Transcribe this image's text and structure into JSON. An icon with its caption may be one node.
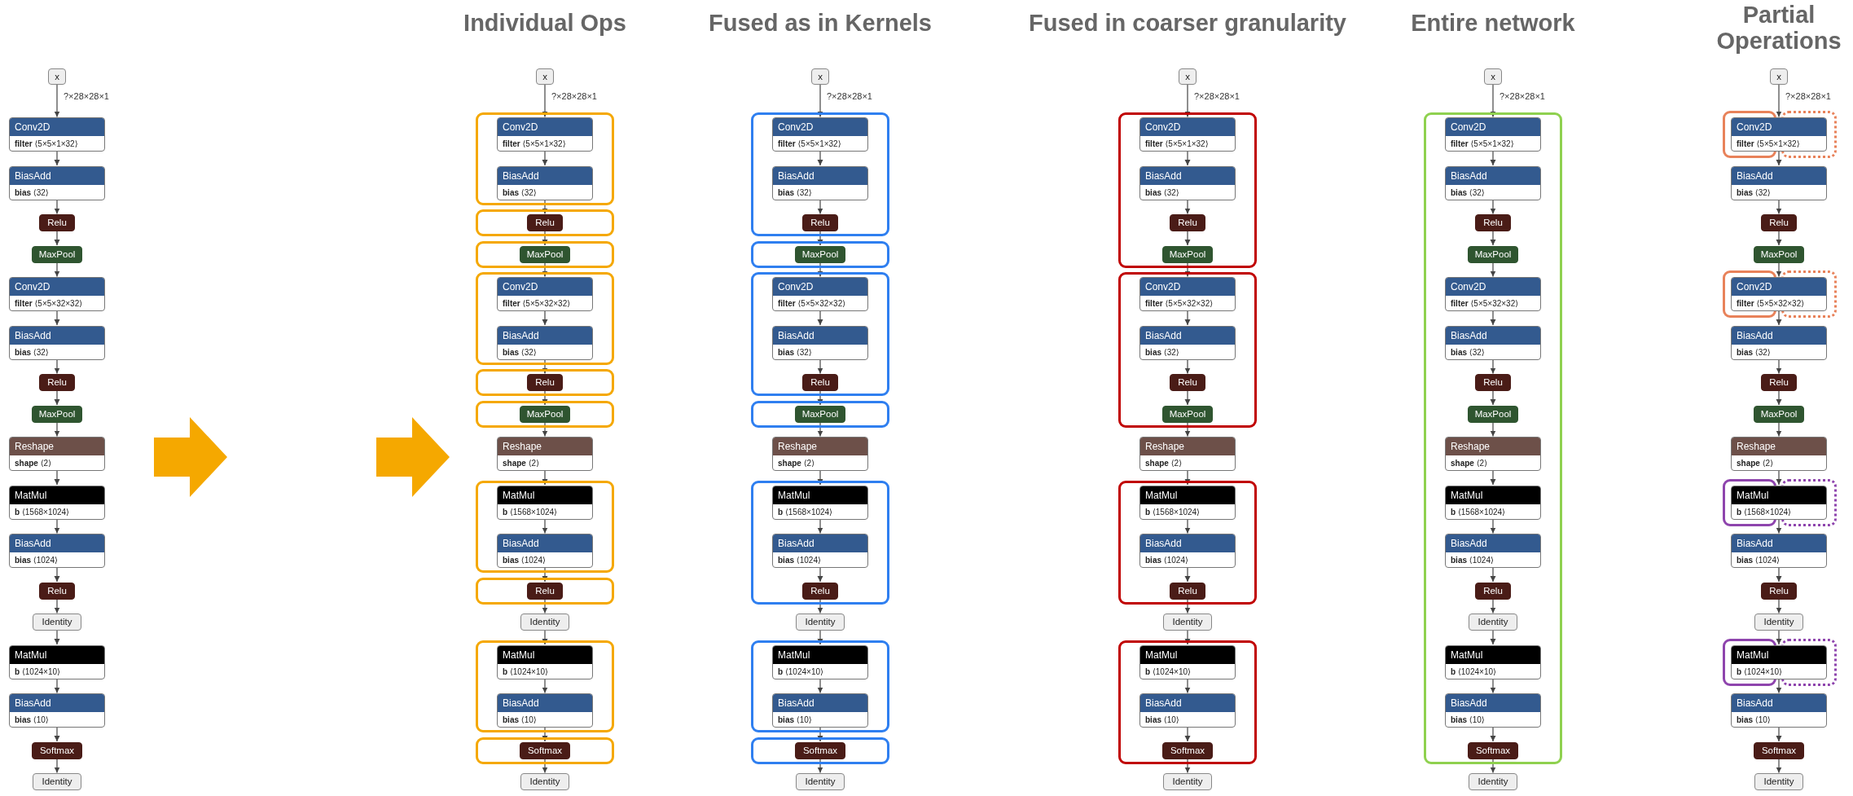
{
  "diagram": {
    "nodes": [
      {
        "text": [
          "x"
        ]
      },
      {
        "text": [
          "Conv2D",
          "**filter** ⟨5×5×1×32⟩"
        ]
      },
      {
        "text": [
          "BiasAdd",
          "**bias** ⟨32⟩"
        ]
      },
      {
        "text": [
          "Relu"
        ]
      },
      {
        "text": [
          "MaxPool"
        ]
      },
      {
        "text": [
          "Conv2D",
          "**filter** ⟨5×5×32×32⟩"
        ]
      },
      {
        "text": [
          "BiasAdd",
          "**bias** ⟨32⟩"
        ]
      },
      {
        "text": [
          "Relu"
        ]
      },
      {
        "text": [
          "MaxPool"
        ]
      },
      {
        "text": [
          "Reshape",
          "**shape** ⟨2⟩"
        ]
      },
      {
        "text": [
          "MatMul",
          "**b** ⟨1568×1024⟩"
        ]
      },
      {
        "text": [
          "BiasAdd",
          "**bias** ⟨1024⟩"
        ]
      },
      {
        "text": [
          "Relu"
        ]
      },
      {
        "text": [
          "Identity"
        ]
      },
      {
        "text": [
          "MatMul",
          "**b** ⟨1024×10⟩"
        ]
      },
      {
        "text": [
          "BiasAdd",
          "**bias** ⟨10⟩"
        ]
      },
      {
        "text": [
          "Softmax"
        ]
      },
      {
        "text": [
          "Identity"
        ]
      },
      {
        "text": [
          "x"
        ]
      },
      {
        "text": [],
        "shape": "box"
      },
      {
        "text": [
          "Conv2D",
          "**filter** ⟨5×5×1×32⟩"
        ],
        "in": 19
      },
      {
        "text": [
          "BiasAdd",
          "**bias** ⟨32⟩"
        ],
        "in": 19
      },
      {
        "text": [],
        "shape": "box"
      },
      {
        "text": [
          "Relu"
        ],
        "in": 22
      },
      {
        "text": [],
        "shape": "box"
      },
      {
        "text": [
          "MaxPool"
        ],
        "in": 24
      },
      {
        "text": [],
        "shape": "box"
      },
      {
        "text": [
          "Conv2D",
          "**filter** ⟨5×5×32×32⟩"
        ],
        "in": 26
      },
      {
        "text": [
          "BiasAdd",
          "**bias** ⟨32⟩"
        ],
        "in": 26
      },
      {
        "text": [],
        "shape": "box"
      },
      {
        "text": [
          "Relu"
        ],
        "in": 29
      },
      {
        "text": [],
        "shape": "box"
      },
      {
        "text": [
          "MaxPool"
        ],
        "in": 31
      },
      {
        "text": [
          "Reshape",
          "**shape** ⟨2⟩"
        ]
      },
      {
        "text": [],
        "shape": "box"
      },
      {
        "text": [
          "MatMul",
          "**b** ⟨1568×1024⟩"
        ],
        "in": 34
      },
      {
        "text": [
          "BiasAdd",
          "**bias** ⟨1024⟩"
        ],
        "in": 34
      },
      {
        "text": [],
        "shape": "box"
      },
      {
        "text": [
          "Relu"
        ],
        "in": 37
      },
      {
        "text": [
          "Identity"
        ]
      },
      {
        "text": [],
        "shape": "box"
      },
      {
        "text": [
          "MatMul",
          "**b** ⟨1024×10⟩"
        ],
        "in": 40
      },
      {
        "text": [
          "BiasAdd",
          "**bias** ⟨10⟩"
        ],
        "in": 40
      },
      {
        "text": [],
        "shape": "box"
      },
      {
        "text": [
          "Softmax"
        ],
        "in": 43
      },
      {
        "text": [
          "Identity"
        ]
      },
      {
        "text": [
          "x"
        ]
      },
      {
        "text": [],
        "shape": "box"
      },
      {
        "text": [
          "Conv2D",
          "**filter** ⟨5×5×1×32⟩"
        ],
        "in": 47
      },
      {
        "text": [
          "BiasAdd",
          "**bias** ⟨32⟩"
        ],
        "in": 47
      },
      {
        "text": [
          "Relu"
        ],
        "in": 47
      },
      {
        "text": [],
        "shape": "box"
      },
      {
        "text": [
          "MaxPool"
        ],
        "in": 51
      },
      {
        "text": [],
        "shape": "box"
      },
      {
        "text": [
          "Conv2D",
          "**filter** ⟨5×5×32×32⟩"
        ],
        "in": 53
      },
      {
        "text": [
          "BiasAdd",
          "**bias** ⟨32⟩"
        ],
        "in": 53
      },
      {
        "text": [
          "Relu"
        ],
        "in": 53
      },
      {
        "text": [],
        "shape": "box"
      },
      {
        "text": [
          "MaxPool"
        ],
        "in": 57
      },
      {
        "text": [
          "Reshape",
          "**shape** ⟨2⟩"
        ]
      },
      {
        "text": [],
        "shape": "box"
      },
      {
        "text": [
          "MatMul",
          "**b** ⟨1568×1024⟩"
        ],
        "in": 60
      },
      {
        "text": [
          "BiasAdd",
          "**bias** ⟨1024⟩"
        ],
        "in": 60
      },
      {
        "text": [
          "Relu"
        ],
        "in": 60
      },
      {
        "text": [
          "Identity"
        ]
      },
      {
        "text": [],
        "shape": "box"
      },
      {
        "text": [
          "MatMul",
          "**b** ⟨1024×10⟩"
        ],
        "in": 65
      },
      {
        "text": [
          "BiasAdd",
          "**bias** ⟨10⟩"
        ],
        "in": 65
      },
      {
        "text": [],
        "shape": "box"
      },
      {
        "text": [
          "Softmax"
        ],
        "in": 68
      },
      {
        "text": [
          "Identity"
        ]
      },
      {
        "text": [
          "x"
        ]
      },
      {
        "text": [],
        "shape": "box"
      },
      {
        "text": [
          "Conv2D",
          "**filter** ⟨5×5×1×32⟩"
        ],
        "in": 72
      },
      {
        "text": [
          "BiasAdd",
          "**bias** ⟨32⟩"
        ],
        "in": 72
      },
      {
        "text": [
          "Relu"
        ],
        "in": 72
      },
      {
        "text": [
          "MaxPool"
        ],
        "in": 72
      },
      {
        "text": [],
        "shape": "box"
      },
      {
        "text": [
          "Conv2D",
          "**filter** ⟨5×5×32×32⟩"
        ],
        "in": 77
      },
      {
        "text": [
          "BiasAdd",
          "**bias** ⟨32⟩"
        ],
        "in": 77
      },
      {
        "text": [
          "Relu"
        ],
        "in": 77
      },
      {
        "text": [
          "MaxPool"
        ],
        "in": 77
      },
      {
        "text": [
          "Reshape",
          "**shape** ⟨2⟩"
        ]
      },
      {
        "text": [],
        "shape": "box"
      },
      {
        "text": [
          "MatMul",
          "**b** ⟨1568×1024⟩"
        ],
        "in": 83
      },
      {
        "text": [
          "BiasAdd",
          "**bias** ⟨1024⟩"
        ],
        "in": 83
      },
      {
        "text": [
          "Relu"
        ],
        "in": 83
      },
      {
        "text": [
          "Identity"
        ]
      },
      {
        "text": [],
        "shape": "box"
      },
      {
        "text": [
          "MatMul",
          "**b** ⟨1024×10⟩"
        ],
        "in": 88
      },
      {
        "text": [
          "BiasAdd",
          "**bias** ⟨10⟩"
        ],
        "in": 88
      },
      {
        "text": [
          "Softmax"
        ],
        "in": 88
      },
      {
        "text": [
          "Identity"
        ]
      },
      {
        "text": [
          "x"
        ]
      },
      {
        "text": [],
        "shape": "box"
      },
      {
        "text": [
          "Conv2D",
          "**filter** ⟨5×5×1×32⟩"
        ],
        "in": 94
      },
      {
        "text": [
          "BiasAdd",
          "**bias** ⟨32⟩"
        ],
        "in": 94
      },
      {
        "text": [
          "Relu"
        ],
        "in": 94
      },
      {
        "text": [
          "MaxPool"
        ],
        "in": 94
      },
      {
        "text": [
          "Conv2D",
          "**filter** ⟨5×5×32×32⟩"
        ],
        "in": 94
      },
      {
        "text": [
          "BiasAdd",
          "**bias** ⟨32⟩"
        ],
        "in": 94
      },
      {
        "text": [
          "Relu"
        ],
        "in": 94
      },
      {
        "text": [
          "MaxPool"
        ],
        "in": 94
      },
      {
        "text": [
          "Reshape",
          "**shape** ⟨2⟩"
        ],
        "in": 94
      },
      {
        "text": [
          "MatMul",
          "**b** ⟨1568×1024⟩"
        ],
        "in": 94
      },
      {
        "text": [
          "BiasAdd",
          "**bias** ⟨1024⟩"
        ],
        "in": 94
      },
      {
        "text": [
          "Relu"
        ],
        "in": 94
      },
      {
        "text": [
          "Identity"
        ],
        "in": 94
      },
      {
        "text": [
          "MatMul",
          "**b** ⟨1024×10⟩"
        ],
        "in": 94
      },
      {
        "text": [
          "BiasAdd",
          "**bias** ⟨10⟩"
        ],
        "in": 94
      },
      {
        "text": [
          "Softmax"
        ],
        "in": 94
      },
      {
        "text": [
          "Identity"
        ]
      },
      {
        "text": [
          "x"
        ]
      },
      {
        "text": [
          "Conv2D",
          "**filter** ⟨5×5×1×32⟩"
        ]
      },
      {
        "text": [
          "BiasAdd",
          "**bias** ⟨32⟩"
        ]
      },
      {
        "text": [
          "Relu"
        ]
      },
      {
        "text": [
          "MaxPool"
        ]
      },
      {
        "text": [
          "Conv2D",
          "**filter** ⟨5×5×32×32⟩"
        ]
      },
      {
        "text": [
          "BiasAdd",
          "**bias** ⟨32⟩"
        ]
      },
      {
        "text": [
          "Relu"
        ]
      },
      {
        "text": [
          "MaxPool"
        ]
      },
      {
        "text": [
          "Reshape",
          "**shape** ⟨2⟩"
        ]
      },
      {
        "text": [
          "MatMul",
          "**b** ⟨1568×1024⟩"
        ]
      },
      {
        "text": [
          "BiasAdd",
          "**bias** ⟨1024⟩"
        ]
      },
      {
        "text": [
          "Relu"
        ]
      },
      {
        "text": [
          "Identity"
        ]
      },
      {
        "text": [
          "MatMul",
          "**b** ⟨1024×10⟩"
        ]
      },
      {
        "text": [
          "BiasAdd",
          "**bias** ⟨10⟩"
        ]
      },
      {
        "text": [
          "Softmax"
        ]
      },
      {
        "text": [
          "Identity"
        ]
      }
    ],
    "edges": [
      {
        "from": 0,
        "to": 1,
        "arrow": "to",
        "label": "?×28×28×1"
      },
      {
        "from": 1,
        "to": 2,
        "arrow": "to"
      },
      {
        "from": 2,
        "to": 3,
        "arrow": "to"
      },
      {
        "from": 3,
        "to": 4,
        "arrow": "to"
      },
      {
        "from": 4,
        "to": 5,
        "arrow": "to"
      },
      {
        "from": 5,
        "to": 6,
        "arrow": "to"
      },
      {
        "from": 6,
        "to": 7,
        "arrow": "to"
      },
      {
        "from": 7,
        "to": 8,
        "arrow": "to"
      },
      {
        "from": 8,
        "to": 9,
        "arrow": "to"
      },
      {
        "from": 9,
        "to": 10,
        "arrow": "to"
      },
      {
        "from": 10,
        "to": 11,
        "arrow": "to"
      },
      {
        "from": 11,
        "to": 12,
        "arrow": "to"
      },
      {
        "from": 12,
        "to": 13,
        "arrow": "to"
      },
      {
        "from": 13,
        "to": 14,
        "arrow": "to"
      },
      {
        "from": 14,
        "to": 15,
        "arrow": "to"
      },
      {
        "from": 15,
        "to": 16,
        "arrow": "to"
      },
      {
        "from": 16,
        "to": 17,
        "arrow": "to"
      },
      {
        "from": 18,
        "to": 20,
        "arrow": "to",
        "label": "?×28×28×1"
      },
      {
        "from": 20,
        "to": 21,
        "arrow": "to"
      },
      {
        "from": 21,
        "to": 23,
        "arrow": "to"
      },
      {
        "from": 23,
        "to": 25,
        "arrow": "to"
      },
      {
        "from": 25,
        "to": 27,
        "arrow": "to"
      },
      {
        "from": 27,
        "to": 28,
        "arrow": "to"
      },
      {
        "from": 28,
        "to": 30,
        "arrow": "to"
      },
      {
        "from": 30,
        "to": 32,
        "arrow": "to"
      },
      {
        "from": 32,
        "to": 33,
        "arrow": "to"
      },
      {
        "from": 33,
        "to": 35,
        "arrow": "to"
      },
      {
        "from": 35,
        "to": 36,
        "arrow": "to"
      },
      {
        "from": 36,
        "to": 38,
        "arrow": "to"
      },
      {
        "from": 38,
        "to": 39,
        "arrow": "to"
      },
      {
        "from": 39,
        "to": 41,
        "arrow": "to"
      },
      {
        "from": 41,
        "to": 42,
        "arrow": "to"
      },
      {
        "from": 42,
        "to": 44,
        "arrow": "to"
      },
      {
        "from": 44,
        "to": 45,
        "arrow": "to"
      },
      {
        "from": 46,
        "to": 48,
        "arrow": "to",
        "label": "?×28×28×1"
      },
      {
        "from": 48,
        "to": 49,
        "arrow": "to"
      },
      {
        "from": 49,
        "to": 50,
        "arrow": "to"
      },
      {
        "from": 50,
        "to": 52,
        "arrow": "to"
      },
      {
        "from": 52,
        "to": 54,
        "arrow": "to"
      },
      {
        "from": 54,
        "to": 55,
        "arrow": "to"
      },
      {
        "from": 55,
        "to": 56,
        "arrow": "to"
      },
      {
        "from": 56,
        "to": 58,
        "arrow": "to"
      },
      {
        "from": 58,
        "to": 59,
        "arrow": "to"
      },
      {
        "from": 59,
        "to": 61,
        "arrow": "to"
      },
      {
        "from": 61,
        "to": 62,
        "arrow": "to"
      },
      {
        "from": 62,
        "to": 63,
        "arrow": "to"
      },
      {
        "from": 63,
        "to": 64,
        "arrow": "to"
      },
      {
        "from": 64,
        "to": 66,
        "arrow": "to"
      },
      {
        "from": 66,
        "to": 67,
        "arrow": "to"
      },
      {
        "from": 67,
        "to": 69,
        "arrow": "to"
      },
      {
        "from": 69,
        "to": 70,
        "arrow": "to"
      },
      {
        "from": 71,
        "to": 73,
        "arrow": "to",
        "label": "?×28×28×1"
      },
      {
        "from": 73,
        "to": 74,
        "arrow": "to"
      },
      {
        "from": 74,
        "to": 75,
        "arrow": "to"
      },
      {
        "from": 75,
        "to": 76,
        "arrow": "to"
      },
      {
        "from": 76,
        "to": 78,
        "arrow": "to"
      },
      {
        "from": 78,
        "to": 79,
        "arrow": "to"
      },
      {
        "from": 79,
        "to": 80,
        "arrow": "to"
      },
      {
        "from": 80,
        "to": 81,
        "arrow": "to"
      },
      {
        "from": 81,
        "to": 82,
        "arrow": "to"
      },
      {
        "from": 82,
        "to": 84,
        "arrow": "to"
      },
      {
        "from": 84,
        "to": 85,
        "arrow": "to"
      },
      {
        "from": 85,
        "to": 86,
        "arrow": "to"
      },
      {
        "from": 86,
        "to": 87,
        "arrow": "to"
      },
      {
        "from": 87,
        "to": 89,
        "arrow": "to"
      },
      {
        "from": 89,
        "to": 90,
        "arrow": "to"
      },
      {
        "from": 90,
        "to": 91,
        "arrow": "to"
      },
      {
        "from": 91,
        "to": 92,
        "arrow": "to"
      },
      {
        "from": 93,
        "to": 95,
        "arrow": "to",
        "label": "?×28×28×1"
      },
      {
        "from": 95,
        "to": 96,
        "arrow": "to"
      },
      {
        "from": 96,
        "to": 97,
        "arrow": "to"
      },
      {
        "from": 97,
        "to": 98,
        "arrow": "to"
      },
      {
        "from": 98,
        "to": 99,
        "arrow": "to"
      },
      {
        "from": 99,
        "to": 100,
        "arrow": "to"
      },
      {
        "from": 100,
        "to": 101,
        "arrow": "to"
      },
      {
        "from": 101,
        "to": 102,
        "arrow": "to"
      },
      {
        "from": 102,
        "to": 103,
        "arrow": "to"
      },
      {
        "from": 103,
        "to": 104,
        "arrow": "to"
      },
      {
        "from": 104,
        "to": 105,
        "arrow": "to"
      },
      {
        "from": 105,
        "to": 106,
        "arrow": "to"
      },
      {
        "from": 106,
        "to": 107,
        "arrow": "to"
      },
      {
        "from": 107,
        "to": 108,
        "arrow": "to"
      },
      {
        "from": 108,
        "to": 109,
        "arrow": "to"
      },
      {
        "from": 109,
        "to": 110,
        "arrow": "to"
      },
      {
        "from": 110,
        "to": 111,
        "arrow": "to"
      },
      {
        "from": 112,
        "to": 113,
        "arrow": "to",
        "label": "?×28×28×1"
      },
      {
        "from": 113,
        "to": 114,
        "arrow": "to"
      },
      {
        "from": 114,
        "to": 115,
        "arrow": "to"
      },
      {
        "from": 115,
        "to": 116,
        "arrow": "to"
      },
      {
        "from": 116,
        "to": 117,
        "arrow": "to"
      },
      {
        "from": 117,
        "to": 118,
        "arrow": "to"
      },
      {
        "from": 118,
        "to": 119,
        "arrow": "to"
      },
      {
        "from": 119,
        "to": 120,
        "arrow": "to"
      },
      {
        "from": 120,
        "to": 121,
        "arrow": "to"
      },
      {
        "from": 121,
        "to": 122,
        "arrow": "to"
      },
      {
        "from": 122,
        "to": 123,
        "arrow": "to"
      },
      {
        "from": 123,
        "to": 124,
        "arrow": "to"
      },
      {
        "from": 124,
        "to": 125,
        "arrow": "to"
      },
      {
        "from": 125,
        "to": 126,
        "arrow": "to"
      },
      {
        "from": 126,
        "to": 127,
        "arrow": "to"
      },
      {
        "from": 127,
        "to": 128,
        "arrow": "to"
      },
      {
        "from": 128,
        "to": 129,
        "arrow": "to"
      }
    ],
    "labels": [
      "Individual Ops",
      "Fused as in Kernels",
      "Fused in coarser granularity",
      "Entire network",
      "Partial Operations"
    ]
  }
}
